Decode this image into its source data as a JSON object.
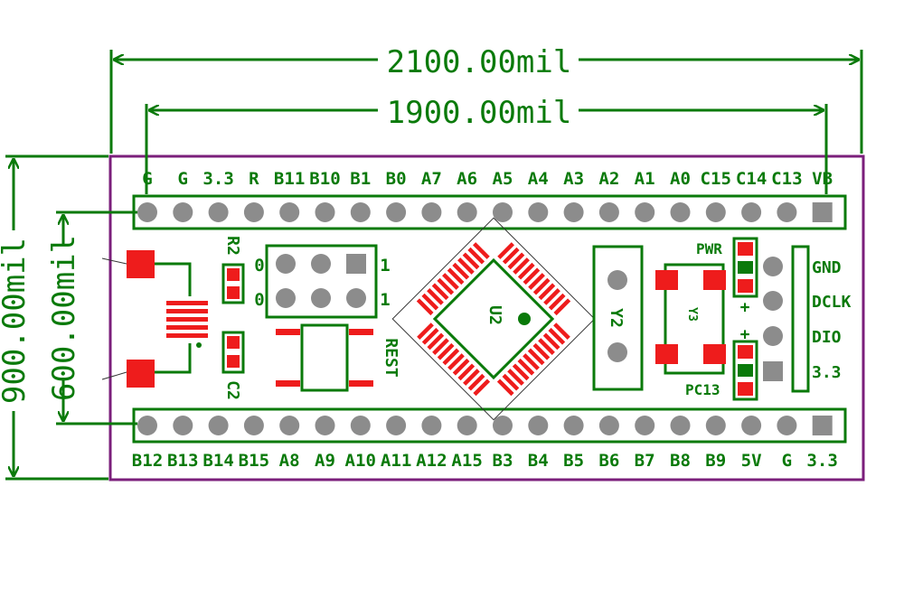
{
  "dimensions": {
    "overall_width": "2100.00mil",
    "pin_span_width": "1900.00mil",
    "overall_height": "900.00mil",
    "row_spacing": "600.00mil"
  },
  "top_labels": [
    "G",
    "G",
    "3.3",
    "R",
    "B11",
    "B10",
    "B1",
    "B0",
    "A7",
    "A6",
    "A5",
    "A4",
    "A3",
    "A2",
    "A1",
    "A0",
    "C15",
    "C14",
    "C13",
    "VB"
  ],
  "bottom_labels": [
    "B12",
    "B13",
    "B14",
    "B15",
    "A8",
    "A9",
    "A10",
    "A11",
    "A12",
    "A15",
    "B3",
    "B4",
    "B5",
    "B6",
    "B7",
    "B8",
    "B9",
    "5V",
    "G",
    "3.3"
  ],
  "jumper": {
    "left_0_top": "0",
    "left_0_bottom": "0",
    "right_1_top": "1",
    "right_1_bottom": "1"
  },
  "components": {
    "r2": "R2",
    "c2": "C2",
    "reset": "REST",
    "mcu": "U2",
    "crystal_main": "Y2",
    "crystal_rtc": "Y3",
    "pwr_led": "PWR",
    "pc13_led": "PC13",
    "plus": "+"
  },
  "swd_labels": [
    "GND",
    "DCLK",
    "DIO",
    "3.3"
  ],
  "colors": {
    "silk": "#0a7a0a",
    "board": "#7b1f7b",
    "pad": "#8c8c8c",
    "copper": "#ee1c1c",
    "dim": "#0a7a0a"
  }
}
